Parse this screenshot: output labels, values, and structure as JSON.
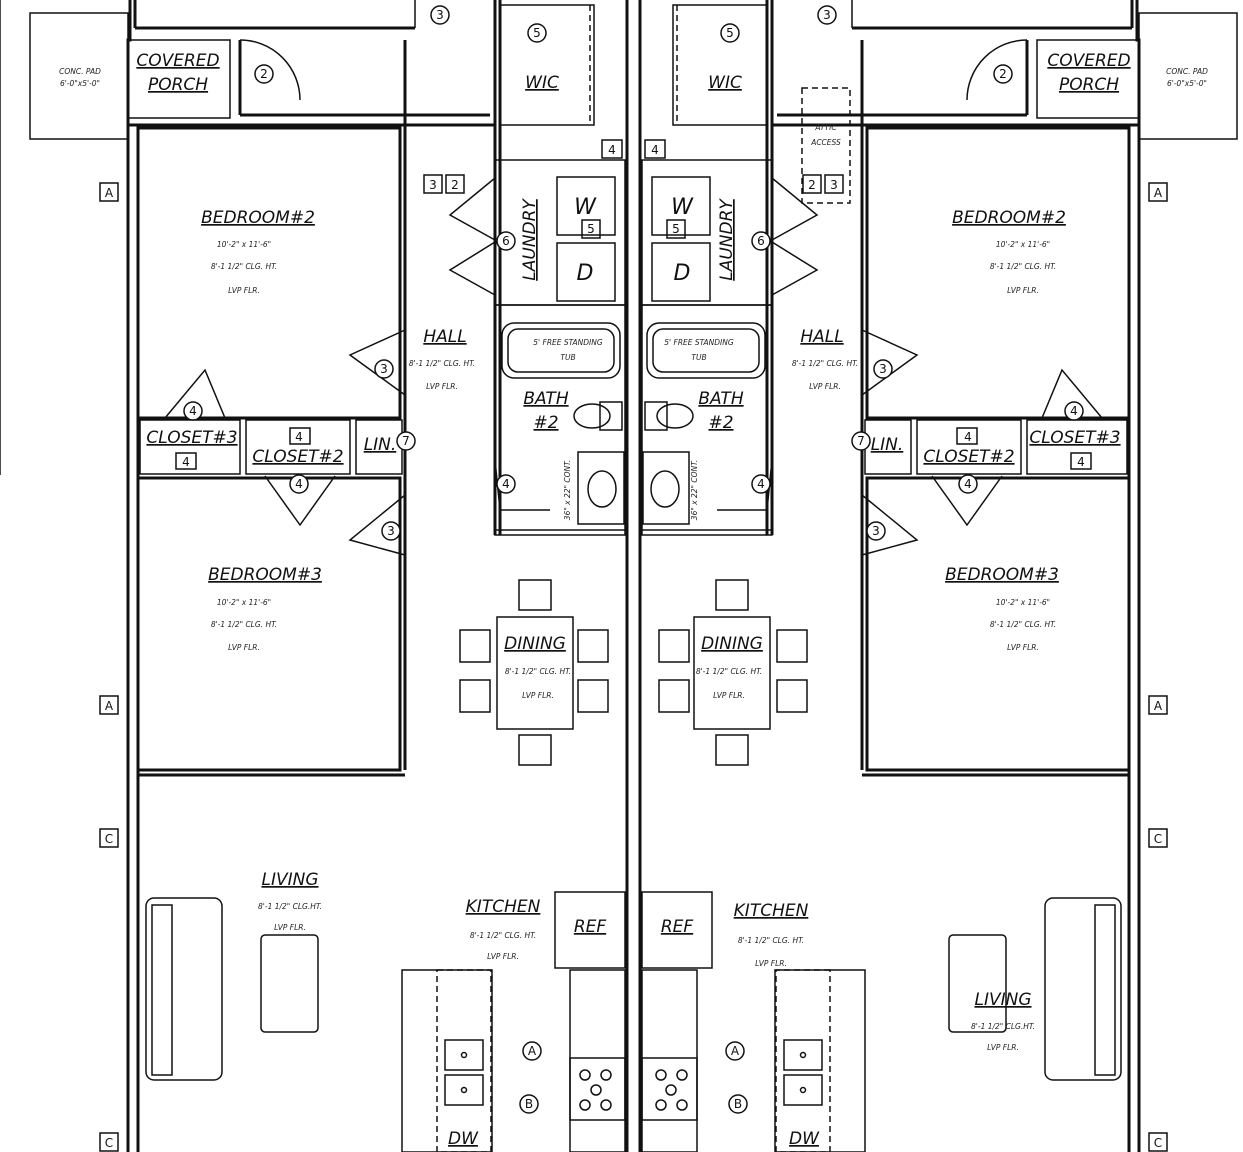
{
  "units": [
    {
      "side": "left",
      "labels": {
        "covered_porch": [
          "COVERED",
          "PORCH"
        ],
        "conc_pad": [
          "CONC. PAD",
          "6'-0\"x5'-0\""
        ],
        "wic": "WIC",
        "laundry": "LAUNDRY",
        "washer": "W",
        "dryer": "D",
        "hall": "HALL",
        "hall_notes": [
          "8'-1 1/2\" CLG. HT.",
          "LVP FLR."
        ],
        "tub": [
          "5' FREE STANDING",
          "TUB"
        ],
        "bath": [
          "BATH",
          "#2"
        ],
        "counter": "36\" x 22\" CONT.",
        "bedroom2": "BEDROOM#2",
        "bedroom2_notes": [
          "10'-2\" x 11'-6\"",
          "8'-1 1/2\" CLG. HT.",
          "LVP FLR."
        ],
        "closet3": "CLOSET#3",
        "closet2": "CLOSET#2",
        "lin": "LIN.",
        "bedroom3": "BEDROOM#3",
        "bedroom3_notes": [
          "10'-2\" x 11'-6\"",
          "8'-1 1/2\" CLG. HT.",
          "LVP FLR."
        ],
        "dining": "DINING",
        "dining_notes": [
          "8'-1 1/2\" CLG. HT.",
          "LVP FLR."
        ],
        "living": "LIVING",
        "living_notes": [
          "8'-1 1/2\" CLG.HT.",
          "LVP FLR."
        ],
        "kitchen": "KITCHEN",
        "kitchen_notes": [
          "8'-1 1/2\" CLG. HT.",
          "LVP FLR."
        ],
        "ref": "REF",
        "dw": "DW"
      }
    },
    {
      "side": "right",
      "labels": {
        "covered_porch": [
          "COVERED",
          "PORCH"
        ],
        "conc_pad": [
          "CONC. PAD",
          "6'-0\"x5'-0\""
        ],
        "wic": "WIC",
        "laundry": "LAUNDRY",
        "washer": "W",
        "dryer": "D",
        "hall": "HALL",
        "hall_notes": [
          "8'-1 1/2\" CLG. HT.",
          "LVP FLR."
        ],
        "tub": [
          "5' FREE STANDING",
          "TUB"
        ],
        "bath": [
          "BATH",
          "#2"
        ],
        "counter": "36\" x 22\" CONT.",
        "bedroom2": "BEDROOM#2",
        "bedroom2_notes": [
          "10'-2\" x 11'-6\"",
          "8'-1 1/2\" CLG. HT.",
          "LVP FLR."
        ],
        "closet3": "CLOSET#3",
        "closet2": "CLOSET#2",
        "lin": "LIN.",
        "bedroom3": "BEDROOM#3",
        "bedroom3_notes": [
          "10'-2\" x 11'-6\"",
          "8'-1 1/2\" CLG. HT.",
          "LVP FLR."
        ],
        "dining": "DINING",
        "dining_notes": [
          "8'-1 1/2\" CLG. HT.",
          "LVP FLR."
        ],
        "living": "LIVING",
        "living_notes": [
          "8'-1 1/2\" CLG.HT.",
          "LVP FLR."
        ],
        "kitchen": "KITCHEN",
        "kitchen_notes": [
          "8'-1 1/2\" CLG. HT.",
          "LVP FLR."
        ],
        "ref": "REF",
        "dw": "DW"
      }
    }
  ],
  "attic_access": [
    "ATTIC",
    "ACCESS"
  ],
  "door_tags": {
    "porch": "2",
    "entry": "3",
    "closet": "4",
    "wic": "5",
    "laundry": "6",
    "lin": "7"
  },
  "window_tags": {
    "a": "A",
    "c": "C"
  },
  "kitchen_markers": [
    "A",
    "B"
  ],
  "box_tags": {
    "three": "3",
    "two": "2",
    "four": "4",
    "five": "5"
  }
}
